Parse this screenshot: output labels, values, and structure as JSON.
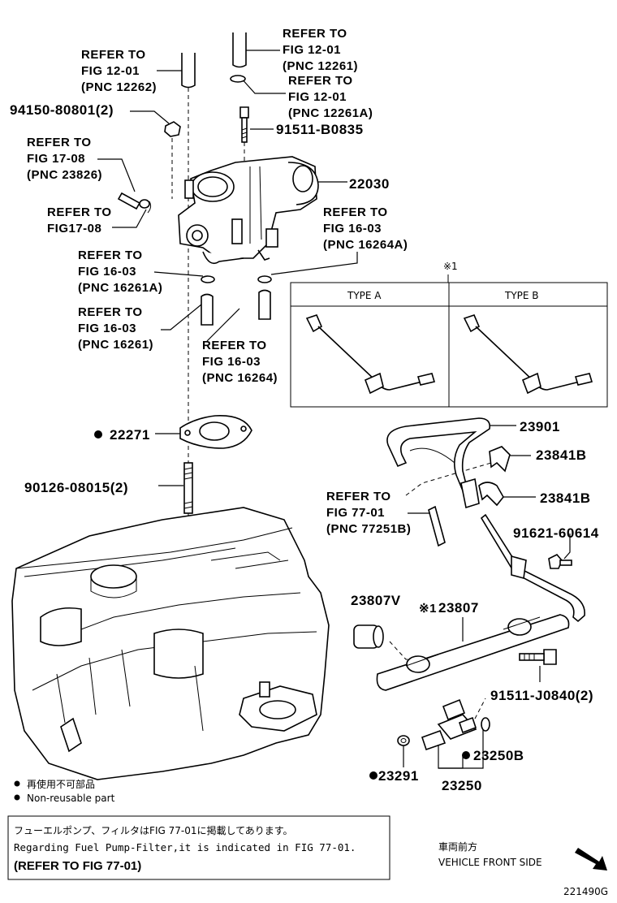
{
  "labels": {
    "ref_12_01_12262": [
      "REFER TO",
      "FIG 12-01",
      "(PNC 12262)"
    ],
    "ref_12_01_12261": [
      "REFER TO",
      "FIG 12-01",
      "(PNC 12261)"
    ],
    "ref_12_01_12261a": [
      "REFER TO",
      "FIG 12-01",
      "(PNC 12261A)"
    ],
    "ref_17_08_23826": [
      "REFER TO",
      "FIG 17-08",
      "(PNC 23826)"
    ],
    "ref_17_08": [
      "REFER TO",
      "FIG17-08"
    ],
    "ref_16_03_16264a": [
      "REFER TO",
      "FIG 16-03",
      "(PNC 16264A)"
    ],
    "ref_16_03_16261a": [
      "REFER TO",
      "FIG 16-03",
      "(PNC 16261A)"
    ],
    "ref_16_03_16261": [
      "REFER TO",
      "FIG 16-03",
      "(PNC 16261)"
    ],
    "ref_16_03_16264": [
      "REFER TO",
      "FIG 16-03",
      "(PNC 16264)"
    ],
    "ref_77_01_77251b": [
      "REFER TO",
      "FIG 77-01",
      "(PNC 77251B)"
    ]
  },
  "parts": {
    "p94150": "94150-80801(2)",
    "p91511b": "91511-B0835",
    "p22030": "22030",
    "p22271": "22271",
    "p90126": "90126-08015(2)",
    "p23901": "23901",
    "p23841b_1": "23841B",
    "p23841b_2": "23841B",
    "p91621": "91621-60614",
    "p23807v": "23807V",
    "p23807": "23807",
    "p23807_mark": "※1",
    "p91511j": "91511-J0840(2)",
    "p23250b": "23250B",
    "p23291": "23291",
    "p23250": "23250"
  },
  "type_box": {
    "mark": "※1",
    "type_a": "TYPE A",
    "type_b": "TYPE B"
  },
  "legend": {
    "bullet": "●",
    "jp": "再使用不可部品",
    "en": "Non-reusable part"
  },
  "note": {
    "jp": "フューエルポンプ、フィルタはFIG 77-01に掲載してあります。",
    "en": "Regarding Fuel Pump-Filter,it is indicated in FIG 77-01.",
    "ref": "(REFER TO FIG 77-01)"
  },
  "front": {
    "jp": "車両前方",
    "en": "VEHICLE FRONT SIDE"
  },
  "figure_id": "221490G"
}
